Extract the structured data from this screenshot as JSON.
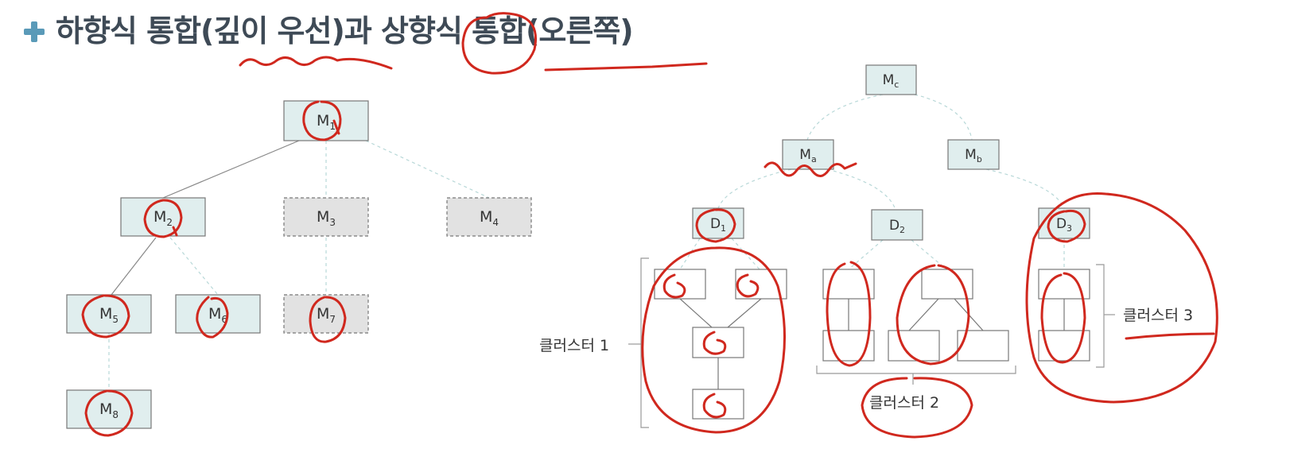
{
  "title": "하향식 통합(깊이 우선)과 상향식 통합(오른쪽)",
  "colors": {
    "node_fill": "#e0eeee",
    "stub_fill": "#e2e2e2",
    "annotation_red": "#d0281e",
    "title_plus": "#5a9ab8"
  },
  "topdown": {
    "m1": {
      "base": "M",
      "sub": "1"
    },
    "m2": {
      "base": "M",
      "sub": "2"
    },
    "m3": {
      "base": "M",
      "sub": "3"
    },
    "m4": {
      "base": "M",
      "sub": "4"
    },
    "m5": {
      "base": "M",
      "sub": "5"
    },
    "m6": {
      "base": "M",
      "sub": "6"
    },
    "m7": {
      "base": "M",
      "sub": "7"
    },
    "m8": {
      "base": "M",
      "sub": "8"
    }
  },
  "bottomup": {
    "mc": {
      "base": "M",
      "sub": "c"
    },
    "ma": {
      "base": "M",
      "sub": "a"
    },
    "mb": {
      "base": "M",
      "sub": "b"
    },
    "d1": {
      "base": "D",
      "sub": "1"
    },
    "d2": {
      "base": "D",
      "sub": "2"
    },
    "d3": {
      "base": "D",
      "sub": "3"
    },
    "cluster1": "클러스터 1",
    "cluster2": "클러스터 2",
    "cluster3": "클러스터 3"
  }
}
